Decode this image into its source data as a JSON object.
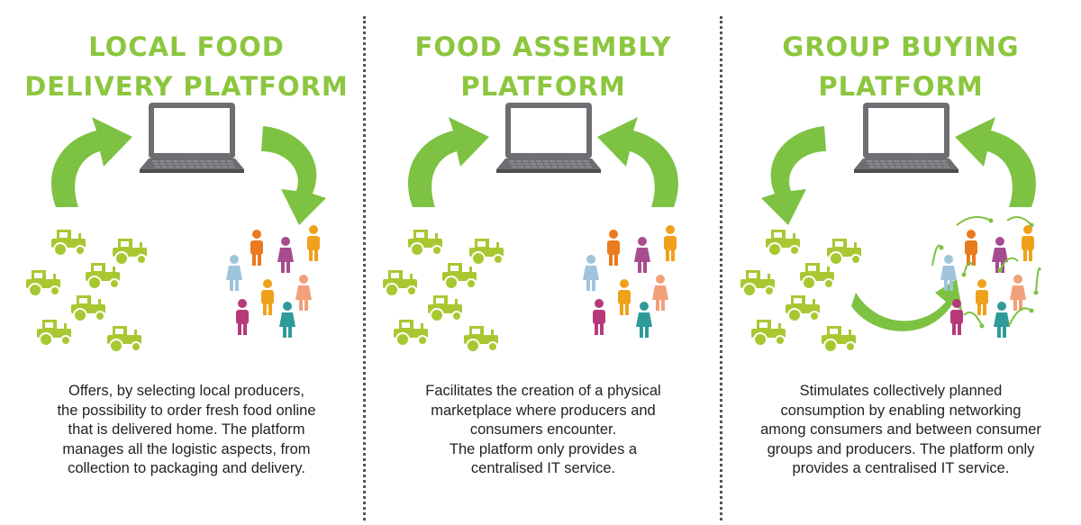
{
  "panels": [
    {
      "title": "LOCAL FOOD\nDELIVERY PLATFORM",
      "description": "Offers, by selecting local producers,\nthe possibility to order fresh food online\nthat is delivered home. The platform\nmanages all the logistic aspects, from\ncollection to packaging and delivery."
    },
    {
      "title": "FOOD ASSEMBLY\nPLATFORM",
      "description": "Facilitates the creation of a physical\nmarketplace where producers and\nconsumers encounter.\nThe platform only provides a\ncentralised IT service."
    },
    {
      "title": "GROUP BUYING\nPLATFORM",
      "description": "Stimulates collectively planned\nconsumption by enabling networking\namong consumers and between consumer\ngroups and producers. The platform only\nprovides a centralised IT service."
    }
  ],
  "icons": {
    "laptop": "laptop-icon",
    "tractor": "tractor-icon",
    "person": "person-icon",
    "arrow": "curved-arrow-icon"
  },
  "colors": {
    "title_green": "#8cc63f",
    "arrow_green": "#7dc242",
    "tractor_green": "#a8c832",
    "laptop_gray": "#6d6e71",
    "people": [
      "#f0a11b",
      "#e97a1f",
      "#a64d8f",
      "#9fc4dc",
      "#f2a07a",
      "#b63a7a",
      "#2e9a9a"
    ]
  }
}
